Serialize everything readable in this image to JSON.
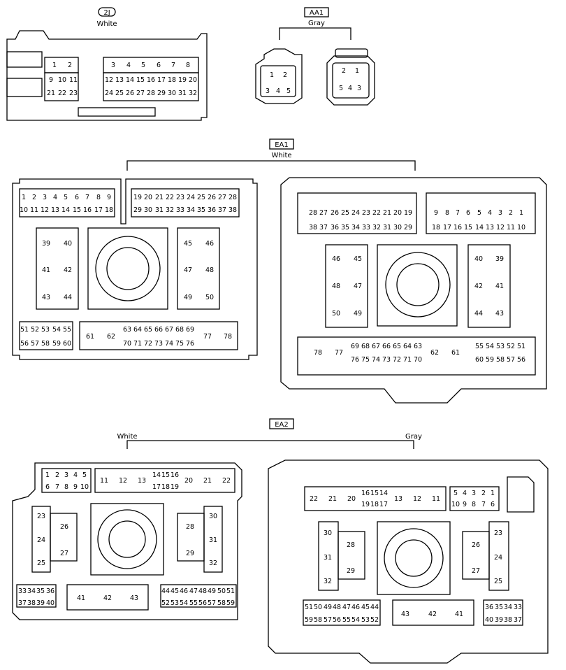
{
  "connectors": {
    "c2j": {
      "code": "2J",
      "color": "White"
    },
    "aa1": {
      "code": "AA1",
      "color": "Gray"
    },
    "ea1": {
      "code": "EA1",
      "color": "White"
    },
    "ea2": {
      "code": "EA2",
      "color_left": "White",
      "color_right": "Gray"
    }
  }
}
